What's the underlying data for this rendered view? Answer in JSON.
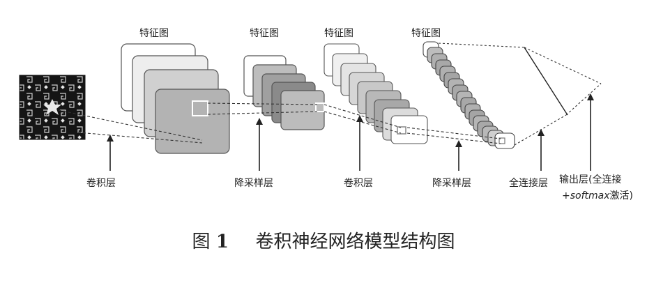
{
  "diagram": {
    "feature_map_labels": [
      "特征图",
      "特征图",
      "特征图",
      "特征图"
    ],
    "layer_labels": [
      "卷积层",
      "降采样层",
      "卷积层",
      "降采样层",
      "全连接层"
    ],
    "output_label_line1": "输出层(全连接",
    "output_label_line2_prefix": "+",
    "output_label_line2_italic": "softmax",
    "output_label_line2_suffix": "激活)"
  },
  "caption": {
    "prefix": "图",
    "number": "1",
    "title": "卷积神经网络模型结构图"
  }
}
